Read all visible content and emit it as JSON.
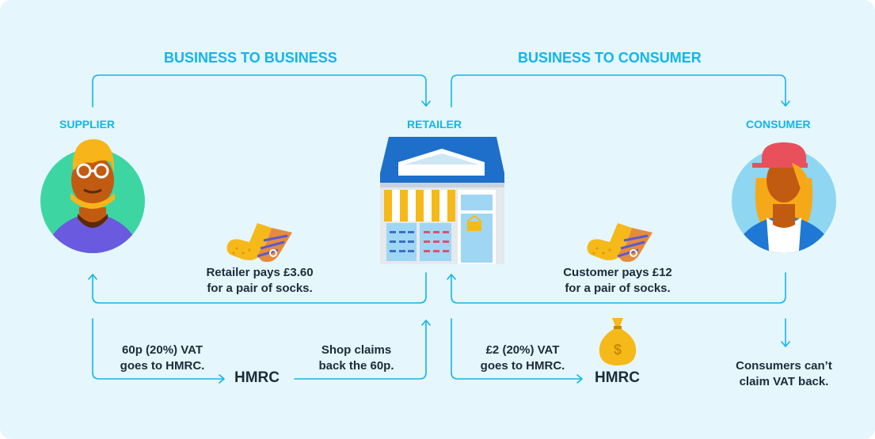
{
  "headings": {
    "b2b": "BUSINESS TO BUSINESS",
    "b2c": "BUSINESS TO CONSUMER"
  },
  "roles": {
    "supplier": "SUPPLIER",
    "retailer": "RETAILER",
    "consumer": "CONSUMER"
  },
  "notes": {
    "retailer_pays_1": "Retailer pays £3.60",
    "retailer_pays_2": "for a pair of socks.",
    "customer_pays_1": "Customer pays £12",
    "customer_pays_2": "for a pair of socks.",
    "vat_left_1": "60p (20%) VAT",
    "vat_left_2": "goes to HMRC.",
    "shop_claims_1": "Shop claims",
    "shop_claims_2": "back the 60p.",
    "vat_right_1": "£2 (20%) VAT",
    "vat_right_2": "goes to HMRC.",
    "consumer_1": "Consumers can’t",
    "consumer_2": "claim VAT back."
  },
  "hmrc": {
    "left": "HMRC",
    "right": "HMRC"
  },
  "colors": {
    "accent": "#13b5ea",
    "background": "#e5f6fd",
    "text": "#1e2b39",
    "supplier_bg": "#3dd6a3",
    "consumer_bg": "#8ed6f2",
    "roof": "#1e6fc9",
    "moneybag": "#f6b91a"
  },
  "icons": [
    "supplier-avatar-icon",
    "retailer-shop-icon",
    "consumer-avatar-icon",
    "socks-icon",
    "money-bag-icon"
  ]
}
